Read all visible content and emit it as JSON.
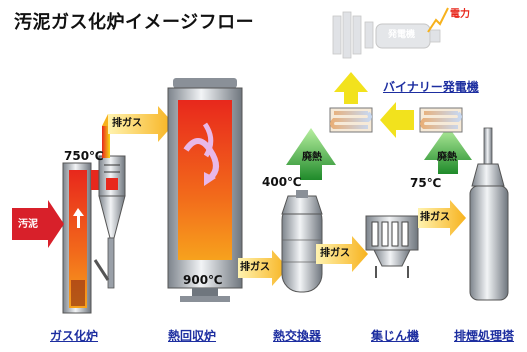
{
  "title": "汚泥ガス化炉イメージフロー",
  "captions": {
    "gasifier": "ガス化炉",
    "heat_recovery": "熱回収炉",
    "heat_exchanger": "熱交換器",
    "dust_collector": "集じん機",
    "stack": "排煙処理塔",
    "binary": "バイナリー発電機"
  },
  "labels": {
    "sludge": "汚泥",
    "exhaust_1": "排ガス",
    "exhaust_2": "排ガス",
    "exhaust_3": "排ガス",
    "exhaust_4": "排ガス",
    "waste_heat_1": "廃熱",
    "waste_heat_2": "廃熱",
    "power": "電力",
    "generator": "発電機"
  },
  "temperatures": {
    "gasifier_top": "750℃",
    "heat_recovery": "900℃",
    "exchanger_in": "400℃",
    "binary_out": "75℃"
  },
  "colors": {
    "caption": "#1d2ea0",
    "flame_red": "#e8281c",
    "flame_orange": "#f7941d",
    "arrow_yellow": "#f7d917",
    "heat_green": "#3aaa35",
    "steel": "#9aa0a8"
  }
}
